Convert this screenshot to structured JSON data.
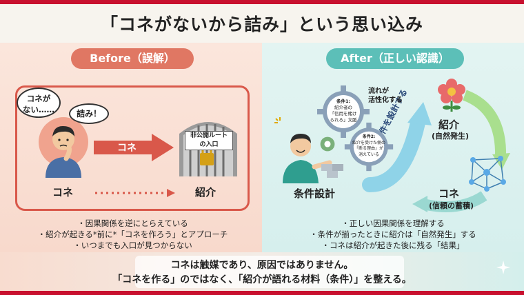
{
  "title": "「コネがないから詰み」という思い込み",
  "before": {
    "label": "Before（誤解）",
    "bubble_left": "コネが\nない……",
    "bubble_left_line1": "コネが",
    "bubble_left_line2": "ない……",
    "bubble_right": "詰み！",
    "arrow_label": "コネ",
    "gate_sign_line1": "非公開ルート",
    "gate_sign_line2": "の入口",
    "person_label": "コネ",
    "gate_label": "紹介",
    "bullets": [
      "・因果関係を逆にとらえている",
      "・紹介が起きる*前に*「コネを作ろう」とアプローチ",
      "・いつまでも入口が見つからない"
    ]
  },
  "after": {
    "label": "After（正しい認識）",
    "gear_top_note_line1": "流れが",
    "gear_top_note_line2": "活性化する",
    "gear1_lines": [
      "条件1:",
      "紹介者の",
      "「信用を賭け",
      "られる」文脈"
    ],
    "gear2_lines": [
      "条件2:",
      "紹介を受けた側の",
      "「断る理由」が",
      "消えている"
    ],
    "arrow_text": "条件を設計する",
    "flower_label": "紹介",
    "flower_sub": "(自然発生)",
    "network_label": "コネ",
    "network_sub": "(信頼の蓄積)",
    "builder_label": "条件設計",
    "bullets": [
      "・正しい因果関係を理解する",
      "・条件が揃ったときに紹介は「自然発生」する",
      "・コネは紹介が起きた後に残る「結果」"
    ]
  },
  "footer": {
    "line1": "コネは触媒であり、原因ではありません。",
    "line2": "「コネを作る」のではなく、「紹介が語れる材料（条件）」を整える。"
  },
  "colors": {
    "accent_red": "#c8102e",
    "before_accent": "#e07763",
    "after_accent": "#5cbfb8"
  }
}
